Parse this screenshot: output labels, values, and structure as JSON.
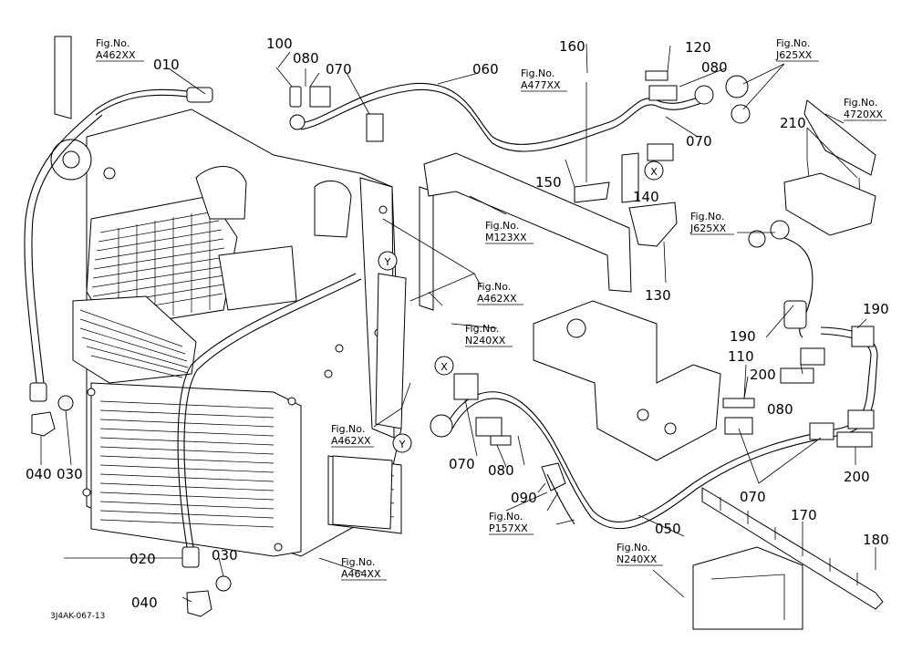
{
  "diagram": {
    "code": "3J4AK-067-13",
    "part_numbers": [
      "010",
      "020",
      "030",
      "030",
      "040",
      "040",
      "050",
      "060",
      "070",
      "070",
      "070",
      "070",
      "080",
      "080",
      "080",
      "080",
      "090",
      "100",
      "110",
      "120",
      "130",
      "140",
      "150",
      "160",
      "170",
      "180",
      "190",
      "190",
      "200",
      "200",
      "210"
    ],
    "fig_refs": [
      {
        "label": "Fig.No.",
        "num": "A462XX"
      },
      {
        "label": "Fig.No.",
        "num": "A477XX"
      },
      {
        "label": "Fig.No.",
        "num": "J625XX"
      },
      {
        "label": "Fig.No.",
        "num": "4720XX"
      },
      {
        "label": "Fig.No.",
        "num": "M123XX"
      },
      {
        "label": "Fig.No.",
        "num": "J625XX"
      },
      {
        "label": "Fig.No.",
        "num": "A462XX"
      },
      {
        "label": "Fig.No.",
        "num": "N240XX"
      },
      {
        "label": "Fig.No.",
        "num": "A462XX"
      },
      {
        "label": "Fig.No.",
        "num": "P157XX"
      },
      {
        "label": "Fig.No.",
        "num": "A464XX"
      },
      {
        "label": "Fig.No.",
        "num": "N240XX"
      }
    ],
    "markers": [
      "X",
      "X",
      "Y",
      "Y"
    ]
  }
}
